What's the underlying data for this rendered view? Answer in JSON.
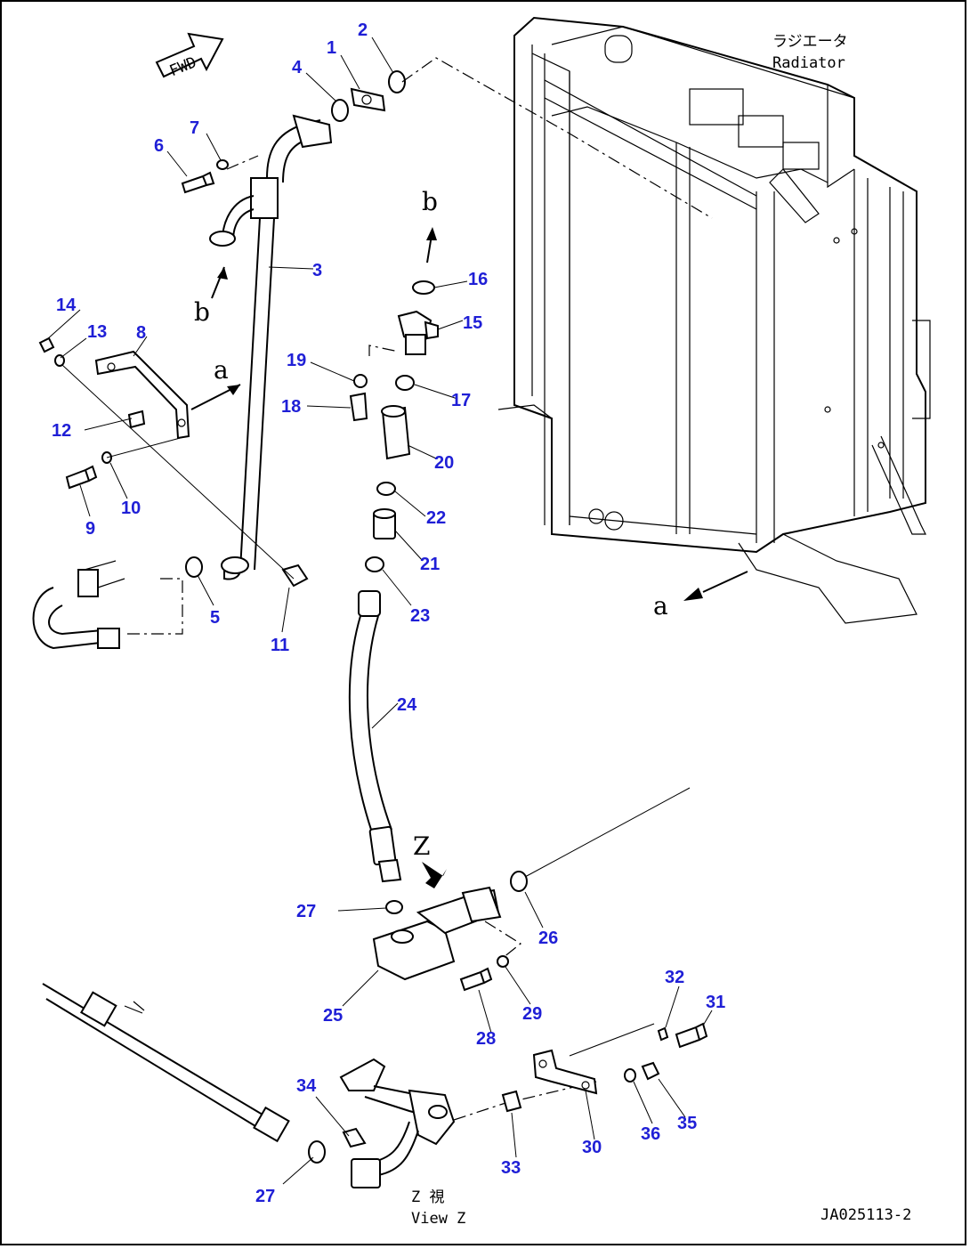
{
  "diagram": {
    "fwd_label": "FWD",
    "radiator_jp": "ラジエータ",
    "radiator_en": "Radiator",
    "view_z_jp": "Z 視",
    "view_z_en": "View Z",
    "ref_a": "a",
    "ref_b": "b",
    "ref_z": "Z",
    "drawing_code": "JA025113-2",
    "part_numbers": [
      "1",
      "2",
      "3",
      "4",
      "5",
      "6",
      "7",
      "8",
      "9",
      "10",
      "11",
      "12",
      "13",
      "14",
      "15",
      "16",
      "17",
      "18",
      "19",
      "20",
      "21",
      "22",
      "23",
      "24",
      "25",
      "26",
      "27",
      "28",
      "29",
      "30",
      "31",
      "32",
      "33",
      "34",
      "35",
      "36",
      "27"
    ],
    "callout_color": "#1f1fd6"
  }
}
